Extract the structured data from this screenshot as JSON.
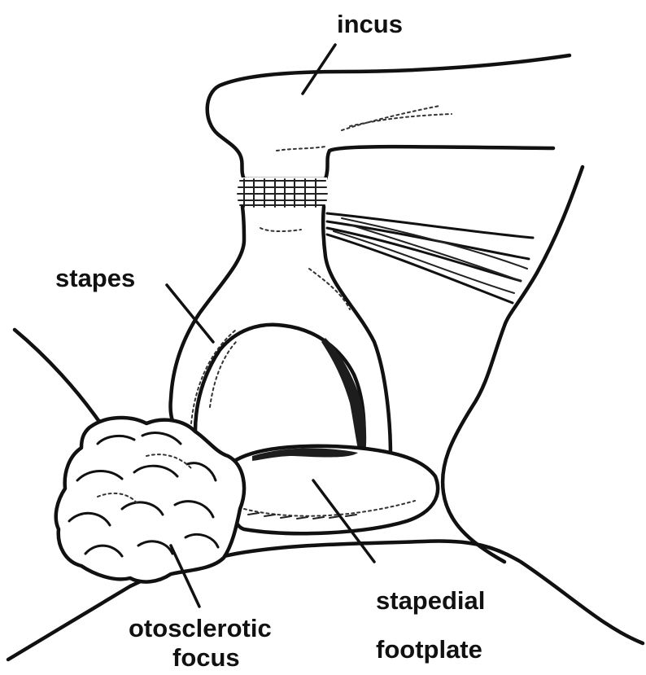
{
  "labels": {
    "incus": "incus",
    "stapes": "stapes",
    "otosclerotic_line1": "otosclerotic",
    "otosclerotic_line2": "focus",
    "footplate_line1": "stapedial",
    "footplate_line2": "footplate"
  },
  "colors": {
    "ink": "#111111",
    "background": "#ffffff"
  }
}
